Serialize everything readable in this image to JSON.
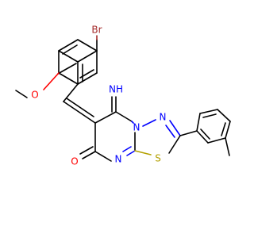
{
  "molecule": {
    "atom_labels": {
      "br": "Br",
      "methoxy_o": "O",
      "imine": "NH",
      "n_ring_top": "N",
      "n_ring_fused": "N",
      "s_ring": "S",
      "n_ring_bottom": "N",
      "carbonyl_o": "O"
    },
    "colors": {
      "carbon": "#000000",
      "nitrogen": "#0000ff",
      "oxygen": "#ff0000",
      "sulfur": "#b3a000",
      "bromine": "#a52a2a"
    }
  }
}
